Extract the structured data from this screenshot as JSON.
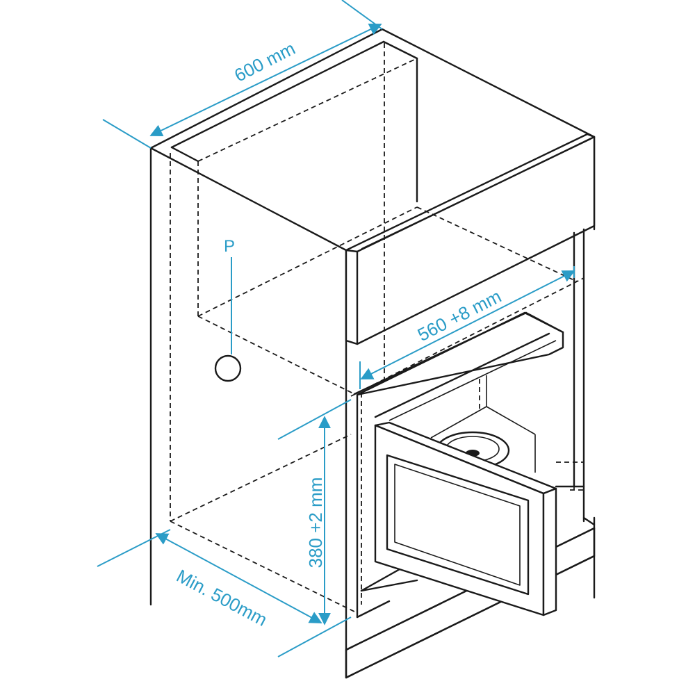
{
  "colors": {
    "line": "#1a1a1a",
    "dimension": "#2a9cc7",
    "background": "#ffffff"
  },
  "dimensions": {
    "width_top": "600 mm",
    "opening_width": "560 +8 mm",
    "opening_height": "380 +2 mm",
    "min_depth": "Min. 500mm"
  },
  "labels": {
    "power_point": "P"
  }
}
